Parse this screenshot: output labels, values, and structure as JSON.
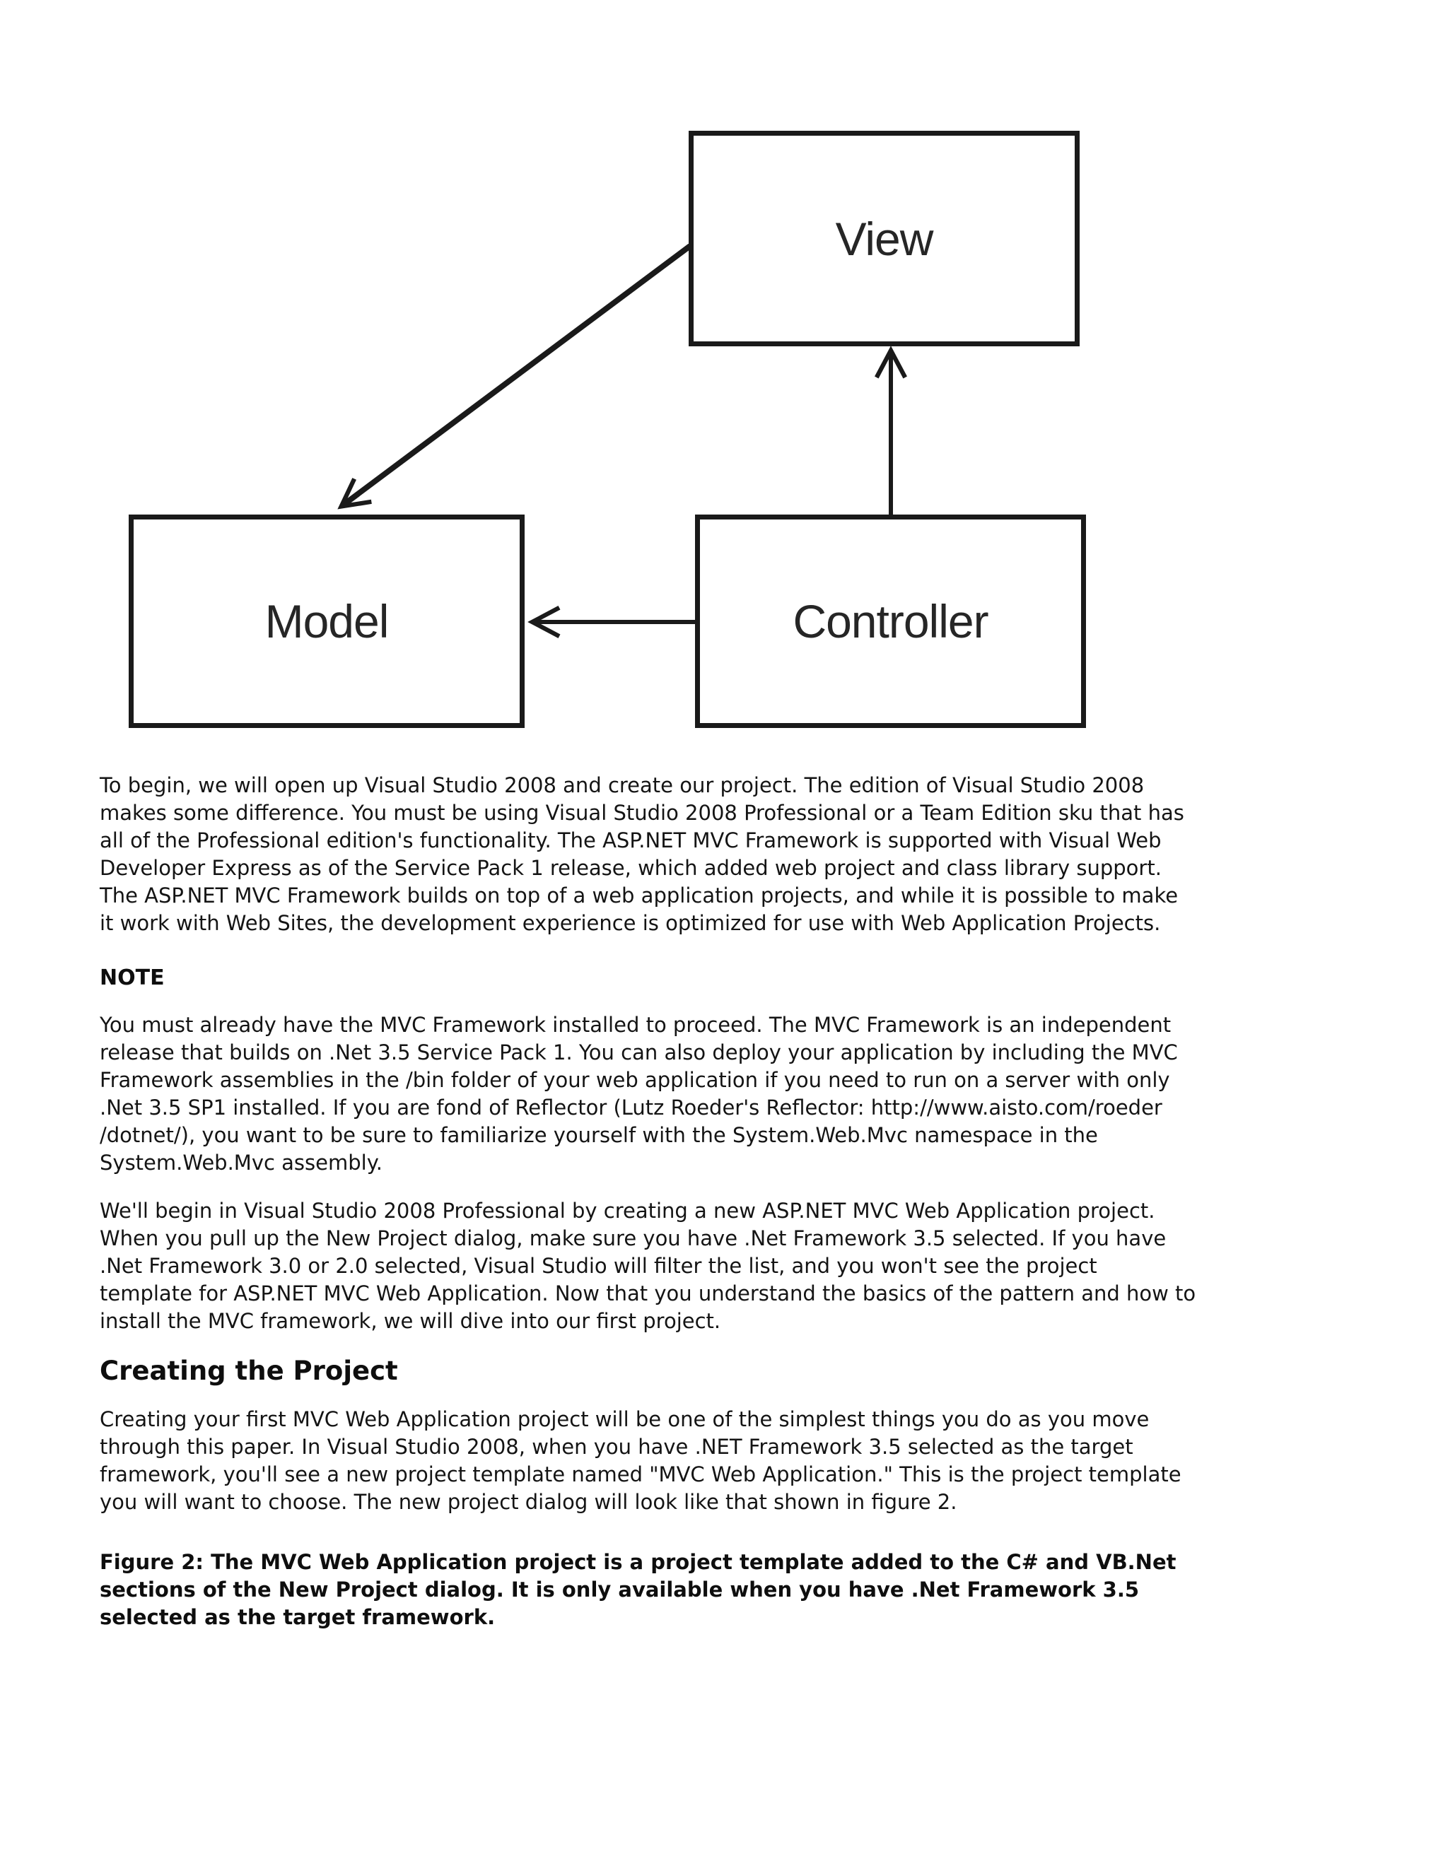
{
  "diagram": {
    "stroke_color": "#1a1a1a",
    "boxes": {
      "view": {
        "label": "View"
      },
      "model": {
        "label": "Model"
      },
      "controller": {
        "label": "Controller"
      }
    },
    "arrows": [
      {
        "name": "view-to-model",
        "from": "View",
        "to": "Model"
      },
      {
        "name": "controller-to-view",
        "from": "Controller",
        "to": "View"
      },
      {
        "name": "controller-to-model",
        "from": "Controller",
        "to": "Model"
      }
    ]
  },
  "article": {
    "intro_paragraph": "To begin, we will open up Visual Studio 2008 and create our project. The edition of Visual Studio 2008\nmakes some difference. You must be using Visual Studio 2008 Professional or a Team Edition sku that has\nall of the Professional edition's functionality. The ASP.NET MVC Framework is supported with Visual Web\nDeveloper Express as of the Service Pack 1 release, which added web project and class library support.\nThe ASP.NET MVC Framework builds on top of a web application projects, and while it is possible to make\nit work with Web Sites, the development experience is optimized for use with Web Application Projects.",
    "note_heading": "NOTE",
    "note_paragraph": "You must already have the MVC Framework installed to proceed. The MVC Framework is an independent\nrelease that builds on .Net 3.5 Service Pack 1. You can also deploy your application by including the MVC\nFramework assemblies in the /bin folder of your web application if you need to run on a server with only\n.Net 3.5 SP1 installed. If you are fond of Reflector (Lutz Roeder's Reflector: http://www.aisto.com/roeder\n/dotnet/), you want to be sure to familiarize yourself with the System.Web.Mvc namespace in the\nSystem.Web.Mvc assembly.",
    "begin_paragraph": "We'll begin in Visual Studio 2008 Professional by creating a new ASP.NET MVC Web Application project.\nWhen you pull up the New Project dialog, make sure you have .Net Framework 3.5 selected. If you have\n.Net Framework 3.0 or 2.0 selected, Visual Studio will filter the list, and you won't see the project\ntemplate for ASP.NET MVC Web Application. Now that you understand the basics of the pattern and how to\ninstall the MVC framework, we will dive into our first project.",
    "section_heading": "Creating the Project",
    "creating_paragraph": "Creating your first MVC Web Application project will be one of the simplest things you do as you move\nthrough this paper. In Visual Studio 2008, when you have .NET Framework 3.5 selected as the target\nframework, you'll see a new project template named \"MVC Web Application.\" This is the project template\nyou will want to choose. The new project dialog will look like that shown in figure 2.",
    "figure_caption": "Figure 2: The MVC Web Application project is a project template added to the C# and VB.Net\nsections of the New Project dialog. It is only available when you have .Net Framework 3.5\nselected as the target framework."
  }
}
